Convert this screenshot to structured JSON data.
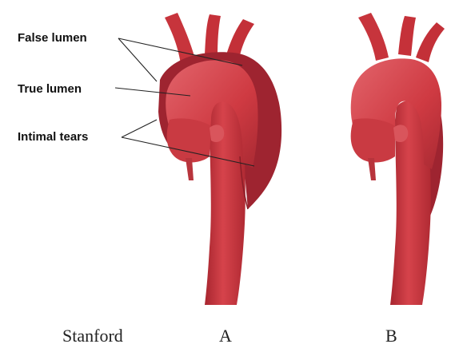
{
  "labels": {
    "false_lumen": "False lumen",
    "true_lumen": "True lumen",
    "intimal_tears": "Intimal tears"
  },
  "captions": {
    "stanford": "Stanford",
    "type_a": "A",
    "type_b": "B"
  },
  "colors": {
    "aorta": "#c8333a",
    "aorta_light": "#e0626a",
    "false_lumen": "#9e2430",
    "shadow": "#8e1f2a",
    "background": "#ffffff",
    "text": "#111111"
  }
}
